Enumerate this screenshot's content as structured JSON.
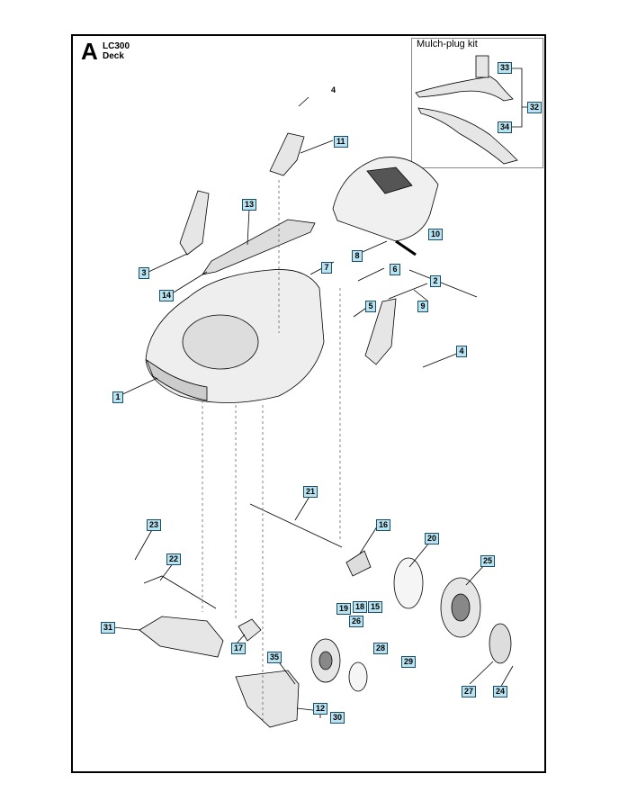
{
  "header": {
    "section_letter": "A",
    "model": "LC300",
    "title": "Deck"
  },
  "kit": {
    "title": "Mulch-plug kit"
  },
  "callouts": [
    "1",
    "2",
    "3",
    "4",
    "4",
    "5",
    "6",
    "7",
    "8",
    "9",
    "10",
    "11",
    "12",
    "13",
    "14",
    "15",
    "16",
    "17",
    "18",
    "19",
    "20",
    "21",
    "22",
    "23",
    "24",
    "25",
    "26",
    "27",
    "28",
    "29",
    "30",
    "31",
    "32",
    "33",
    "34",
    "35"
  ],
  "colors": {
    "callout_fill": "#b9e3f0",
    "callout_border": "#1a4d66",
    "line": "#000000",
    "part_fill": "#e6e6e6",
    "part_dark": "#888888"
  }
}
